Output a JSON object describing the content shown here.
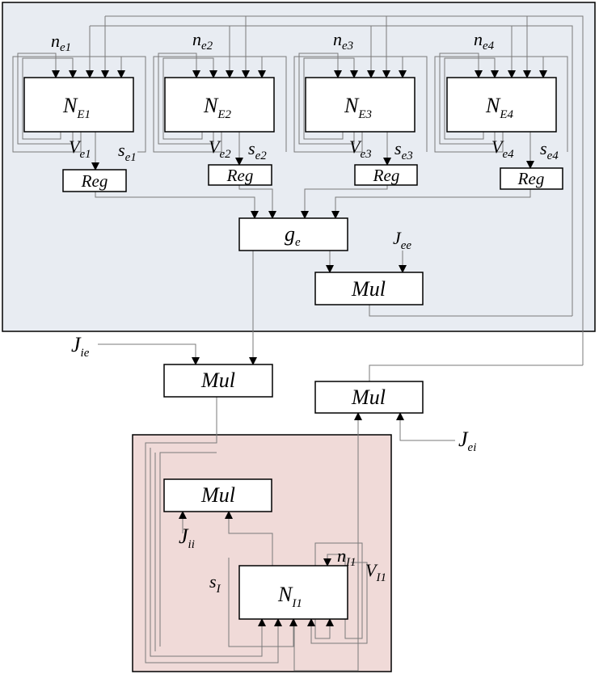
{
  "colors": {
    "excitatory_region": "#e8ecf2",
    "inhibitory_region": "#f0dad8",
    "wire": "#7a7a7a",
    "stroke": "#000000"
  },
  "excitatory": {
    "neurons": [
      {
        "name": "N",
        "sub": "E1",
        "n": "n",
        "n_sub": "e1",
        "v": "V",
        "v_sub": "e1",
        "s": "s",
        "s_sub": "e1"
      },
      {
        "name": "N",
        "sub": "E2",
        "n": "n",
        "n_sub": "e2",
        "v": "V",
        "v_sub": "e2",
        "s": "s",
        "s_sub": "e2"
      },
      {
        "name": "N",
        "sub": "E3",
        "n": "n",
        "n_sub": "e3",
        "v": "V",
        "v_sub": "e3",
        "s": "s",
        "s_sub": "e3"
      },
      {
        "name": "N",
        "sub": "E4",
        "n": "n",
        "n_sub": "e4",
        "v": "V",
        "v_sub": "e4",
        "s": "s",
        "s_sub": "e4"
      }
    ],
    "reg_label": "Reg",
    "gate": {
      "name": "g",
      "sub": "e"
    },
    "mul_label": "Mul",
    "jee": {
      "name": "J",
      "sub": "ee"
    }
  },
  "cross": {
    "mul_left_label": "Mul",
    "mul_right_label": "Mul",
    "jie": {
      "name": "J",
      "sub": "ie"
    },
    "jei": {
      "name": "J",
      "sub": "ei"
    }
  },
  "inhibitory": {
    "mul_label": "Mul",
    "jii": {
      "name": "J",
      "sub": "ii"
    },
    "neuron": {
      "name": "N",
      "sub": "I1",
      "n": "n",
      "n_sub": "I1",
      "v": "V",
      "v_sub": "I1",
      "s": "s",
      "s_sub": "I"
    }
  }
}
